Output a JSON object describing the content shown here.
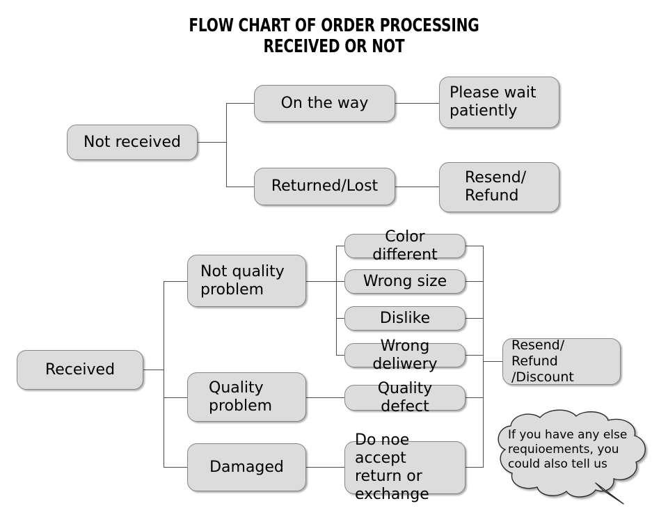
{
  "title": "FLOW CHART OF ORDER PROCESSING\nRECEIVED OR NOT",
  "colors": {
    "box_fill": "#dcdcdc",
    "box_border": "#868686",
    "line": "#4c4c4c",
    "text": "#000000",
    "background": "#ffffff"
  },
  "chart_data": {
    "type": "diagram",
    "diagram_kind": "flowchart",
    "title": "FLOW CHART OF ORDER PROCESSING RECEIVED OR NOT",
    "branches": [
      {
        "root": "Not received",
        "children": [
          {
            "label": "On the way",
            "outcome": "Please wait\npatiently"
          },
          {
            "label": "Returned/Lost",
            "outcome": "Resend/\nRefund"
          }
        ]
      },
      {
        "root": "Received",
        "children": [
          {
            "label": "Not quality\nproblem",
            "reasons": [
              "Color different",
              "Wrong size",
              "Dislike",
              "Wrong deliwery"
            ],
            "outcome": "Resend/ Refund\n/Discount"
          },
          {
            "label": "Quality\nproblem",
            "reasons": [
              "Quality defect"
            ],
            "outcome": "Resend/ Refund\n/Discount"
          },
          {
            "label": "Damaged",
            "reasons": [
              "Do noe accept\nreturn or\nexchange"
            ],
            "outcome": "Resend/ Refund\n/Discount"
          }
        ]
      }
    ],
    "note": "If you have any else\nrequioements, you\ncould also tell us"
  },
  "nodes": {
    "not_received": "Not received",
    "on_the_way": "On the way",
    "please_wait": "Please wait\npatiently",
    "returned_lost": "Returned/Lost",
    "resend_refund": "Resend/\nRefund",
    "received": "Received",
    "not_quality": "Not quality\nproblem",
    "quality_problem": "Quality\nproblem",
    "damaged": "Damaged",
    "color_different": "Color different",
    "wrong_size": "Wrong size",
    "dislike": "Dislike",
    "wrong_deliwery": "Wrong deliwery",
    "quality_defect": "Quality defect",
    "do_not_accept": "Do noe accept\nreturn or\nexchange",
    "resend_discount": "Resend/ Refund\n/Discount"
  },
  "bubble": {
    "text": "If you have any else\nrequioements, you\ncould also tell us"
  }
}
